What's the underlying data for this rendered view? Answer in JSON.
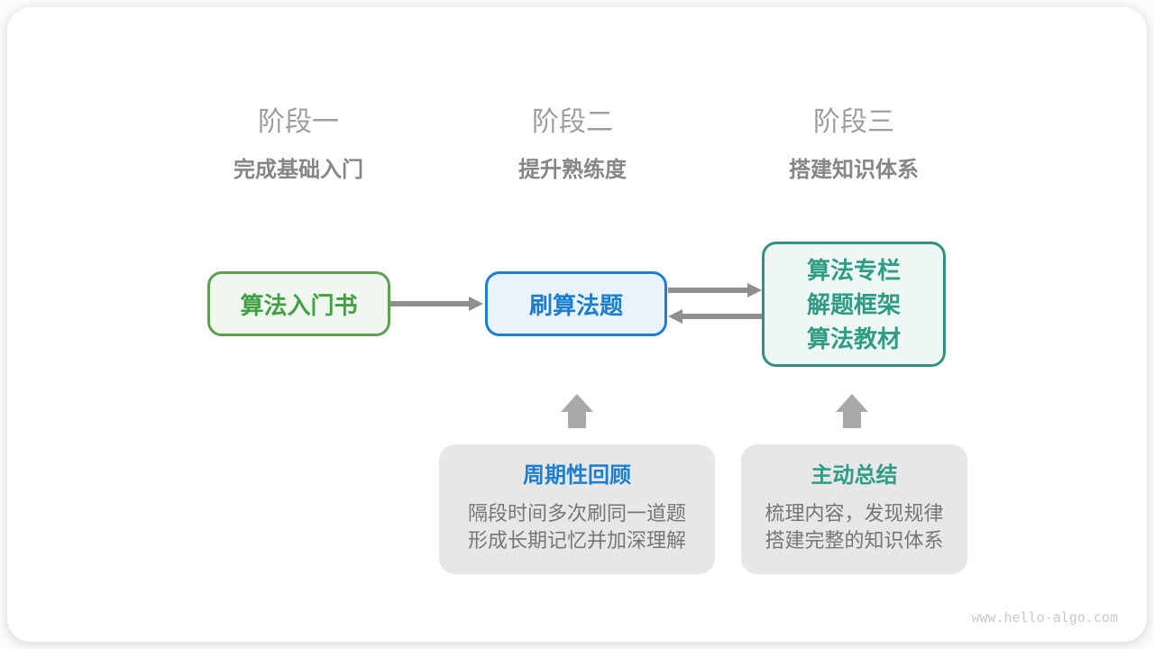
{
  "page": {
    "watermark": "www.hello-algo.com"
  },
  "stages": [
    {
      "title": "阶段一",
      "subtitle": "完成基础入门"
    },
    {
      "title": "阶段二",
      "subtitle": "提升熟练度"
    },
    {
      "title": "阶段三",
      "subtitle": "搭建知识体系"
    }
  ],
  "nodes": [
    {
      "id": "intro-book",
      "label": "算法入门书"
    },
    {
      "id": "practice",
      "label": "刷算法题"
    },
    {
      "id": "resources",
      "lines": [
        "算法专栏",
        "解题框架",
        "算法教材"
      ]
    }
  ],
  "callouts": [
    {
      "title": "周期性回顾",
      "lines": [
        "隔段时间多次刷同一道题",
        "形成长期记忆并加深理解"
      ]
    },
    {
      "title": "主动总结",
      "lines": [
        "梳理内容，发现规律",
        "搭建完整的知识体系"
      ]
    }
  ],
  "colors": {
    "node_green": {
      "border": "#5f9f54",
      "text": "#42a045",
      "bg": "#f0f7ee"
    },
    "node_blue": {
      "border": "#1d7fd1",
      "text": "#1b7fd1",
      "bg": "#e9f3fc"
    },
    "node_teal": {
      "border": "#31937f",
      "text": "#2f9d84",
      "bg": "#eef7f4"
    },
    "callout_bg": "#e7e7e7",
    "callout_title_blue": "#1b7fd1",
    "callout_title_teal": "#2f9d84",
    "arrow_gray": "#8f8f8f",
    "up_arrow_gray": "#a8a8a8",
    "stage_title_gray": "#9d9d9d",
    "stage_subtitle_gray": "#868686",
    "description_gray": "#767676",
    "watermark_gray": "#c9c9c9"
  }
}
